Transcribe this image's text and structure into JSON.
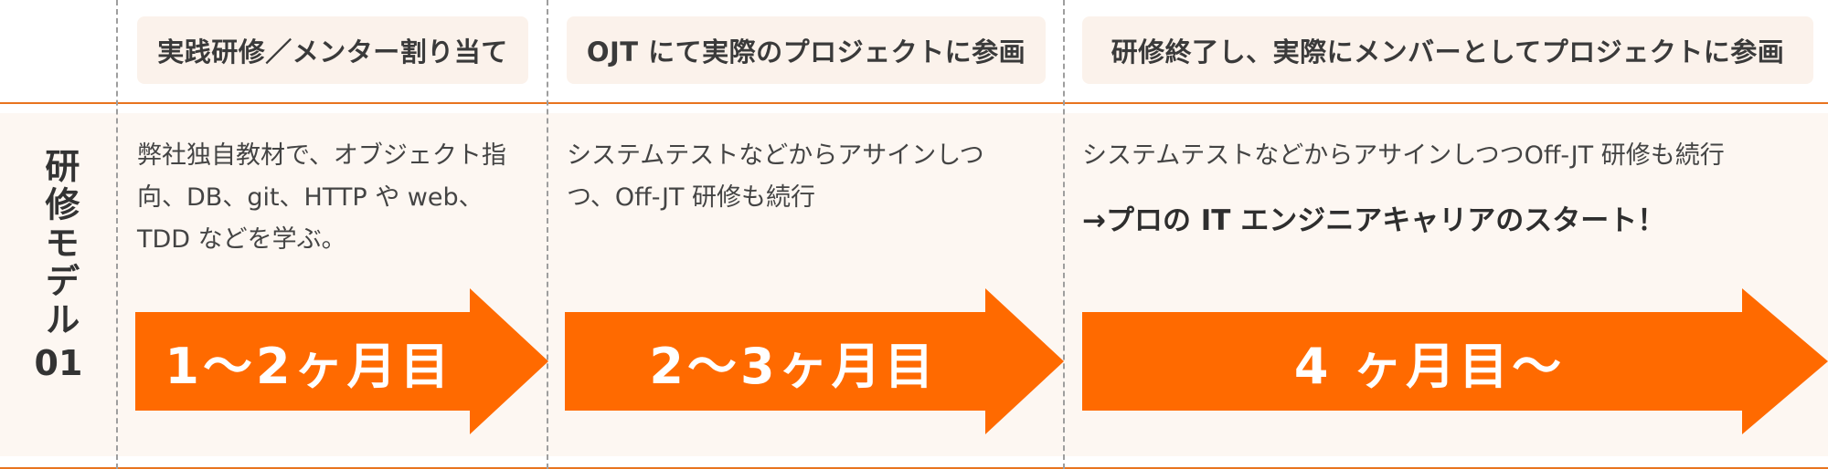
{
  "colors": {
    "accent": "#ff6a00",
    "divider": "#e8741f",
    "band": "#fdf7f2",
    "pill": "#fbf2eb",
    "dashed": "#9e9e9e"
  },
  "row_label": {
    "text": "研修モデル",
    "number": "01"
  },
  "phases": [
    {
      "header": "実践研修／メンター割り当て",
      "description": "弊社独自教材で、オブジェクト指向、DB、git、HTTP や web、TDD などを学ぶ。",
      "arrow_label": "1〜2ヶ月目"
    },
    {
      "header": "OJT にて実際のプロジェクトに参画",
      "description": "システムテストなどからアサインしつつ、Off-JT 研修も続行",
      "arrow_label": "2〜3ヶ月目"
    },
    {
      "header": "研修終了し、実際にメンバーとしてプロジェクトに参画",
      "description": "システムテストなどからアサインしつつOff-JT 研修も続行",
      "highlight": "→プロの IT エンジニアキャリアのスタート！",
      "arrow_label": "4 ヶ月目〜"
    }
  ]
}
